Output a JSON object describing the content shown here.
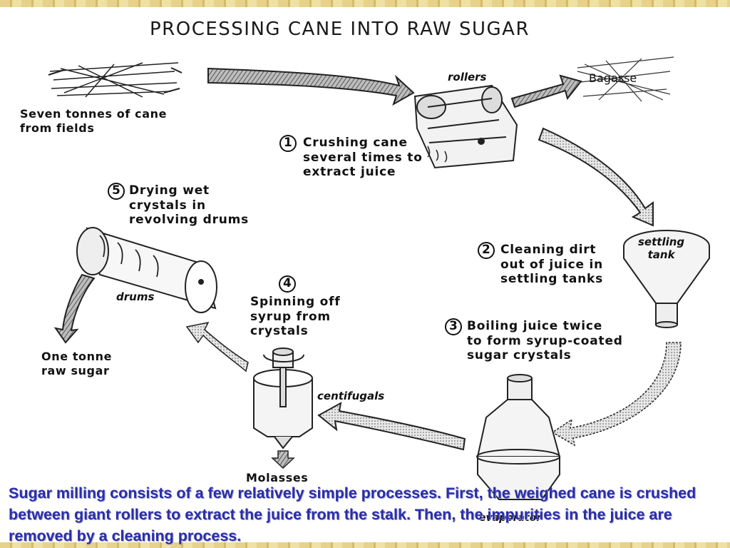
{
  "title": "PROCESSING CANE INTO RAW SUGAR",
  "labels": {
    "cane_source": "Seven tonnes of cane\nfrom fields",
    "rollers": "rollers",
    "bagasse": "Bagasse",
    "settling_tank": "settling\ntank",
    "drums": "drums",
    "centifugals": "centifugals",
    "evaporator": "evaporator",
    "molasses": "Molasses",
    "raw_sugar": "One tonne\nraw sugar"
  },
  "steps": [
    {
      "number": "1",
      "text": "Crushing cane\nseveral times to\nextract juice"
    },
    {
      "number": "2",
      "text": "Cleaning dirt\nout of juice in\nsettling tanks"
    },
    {
      "number": "3",
      "text": "Boiling juice twice\nto form syrup-coated\nsugar crystals"
    },
    {
      "number": "4",
      "text": "Spinning off\nsyrup from\ncrystals"
    },
    {
      "number": "5",
      "text": "Drying wet\ncrystals in\nrevolving drums"
    }
  ],
  "caption": "Sugar milling consists of a few relatively simple processes. First, the weighed cane is crushed between giant rollers to extract the juice from the stalk. Then, the impurities in the juice are removed by a cleaning process.",
  "colors": {
    "caption": "#2a2ea8",
    "frame": "#e6d28a"
  }
}
